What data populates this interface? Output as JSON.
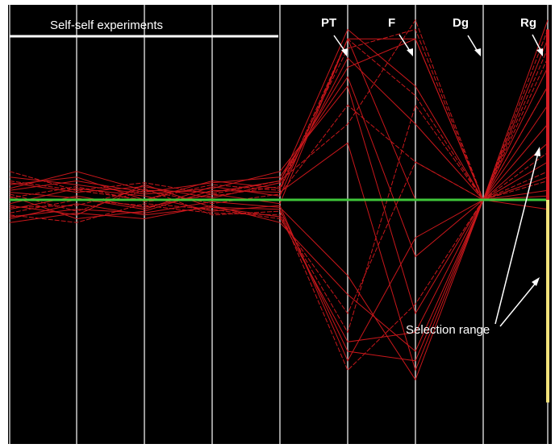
{
  "chart_data": {
    "type": "parallel-coordinates",
    "annotations": {
      "self_self": "Self-self experiments",
      "pt": "PT",
      "f": "F",
      "dg": "Dg",
      "rg": "Rg",
      "selection": "Selection range"
    },
    "axes": [
      "",
      "",
      "",
      "",
      "",
      "",
      "",
      "",
      ""
    ],
    "ylim": [
      -1,
      1
    ],
    "baseline_value": 0,
    "selection_range": [
      -0.8,
      0
    ],
    "colors": {
      "background": "#000000",
      "axis": "#9a9a9a",
      "line": "#c8171b",
      "baseline": "#3fc73a",
      "selection": "#f2e27a",
      "selection_top": "#d81f26",
      "annotation": "#ffffff"
    },
    "series": [
      [
        0.1,
        0.05,
        0.0,
        0.08,
        0.05,
        0.85,
        0.55,
        0.0,
        0.6
      ],
      [
        0.06,
        0.15,
        0.05,
        0.04,
        0.1,
        0.7,
        0.85,
        0.0,
        0.95
      ],
      [
        -0.05,
        0.02,
        -0.04,
        0.03,
        -0.02,
        0.85,
        0.85,
        0.0,
        0.2
      ],
      [
        0.03,
        -0.06,
        0.05,
        -0.02,
        0.03,
        0.5,
        0.2,
        0.0,
        0.8
      ],
      [
        -0.1,
        -0.02,
        -0.08,
        -0.04,
        -0.05,
        -0.8,
        -0.85,
        0.0,
        0.3
      ],
      [
        0.12,
        0.08,
        0.03,
        0.06,
        0.15,
        0.6,
        -0.6,
        0.0,
        0.6
      ],
      [
        -0.08,
        -0.12,
        -0.02,
        -0.05,
        -0.1,
        -0.6,
        0.2,
        0.0,
        0.15
      ],
      [
        0.04,
        0.01,
        -0.05,
        0.07,
        0.02,
        0.85,
        0.0,
        0.0,
        0.02
      ],
      [
        -0.02,
        0.06,
        0.02,
        -0.06,
        -0.03,
        -0.85,
        -0.2,
        0.0,
        0.05
      ],
      [
        0.15,
        0.05,
        0.09,
        0.03,
        0.1,
        0.4,
        0.95,
        0.0,
        0.9
      ],
      [
        -0.12,
        -0.07,
        -0.1,
        -0.03,
        -0.12,
        -0.5,
        -0.8,
        0.0,
        -0.05
      ],
      [
        0.08,
        0.12,
        0.0,
        0.1,
        0.06,
        0.75,
        0.4,
        0.0,
        0.7
      ],
      [
        -0.04,
        -0.03,
        0.06,
        -0.08,
        -0.06,
        -0.9,
        -0.55,
        0.0,
        0.1
      ],
      [
        0.02,
        -0.1,
        -0.06,
        0.05,
        0.04,
        0.3,
        -0.9,
        0.0,
        0.5
      ],
      [
        0.09,
        0.04,
        0.07,
        0.01,
        0.09,
        0.9,
        0.6,
        0.0,
        0.85
      ],
      [
        -0.07,
        0.0,
        -0.03,
        -0.07,
        -0.08,
        -0.7,
        0.5,
        0.0,
        0.25
      ],
      [
        0.05,
        0.1,
        0.04,
        0.09,
        0.12,
        0.65,
        -0.3,
        0.0,
        0.4
      ],
      [
        -0.09,
        -0.05,
        -0.07,
        -0.01,
        -0.04,
        -0.4,
        -0.95,
        0.0,
        0.0
      ],
      [
        0.01,
        0.07,
        -0.01,
        0.02,
        0.07,
        0.8,
        0.9,
        0.0,
        0.75
      ],
      [
        -0.03,
        -0.08,
        0.08,
        -0.04,
        -0.09,
        -0.75,
        -0.7,
        0.0,
        0.12
      ]
    ]
  }
}
